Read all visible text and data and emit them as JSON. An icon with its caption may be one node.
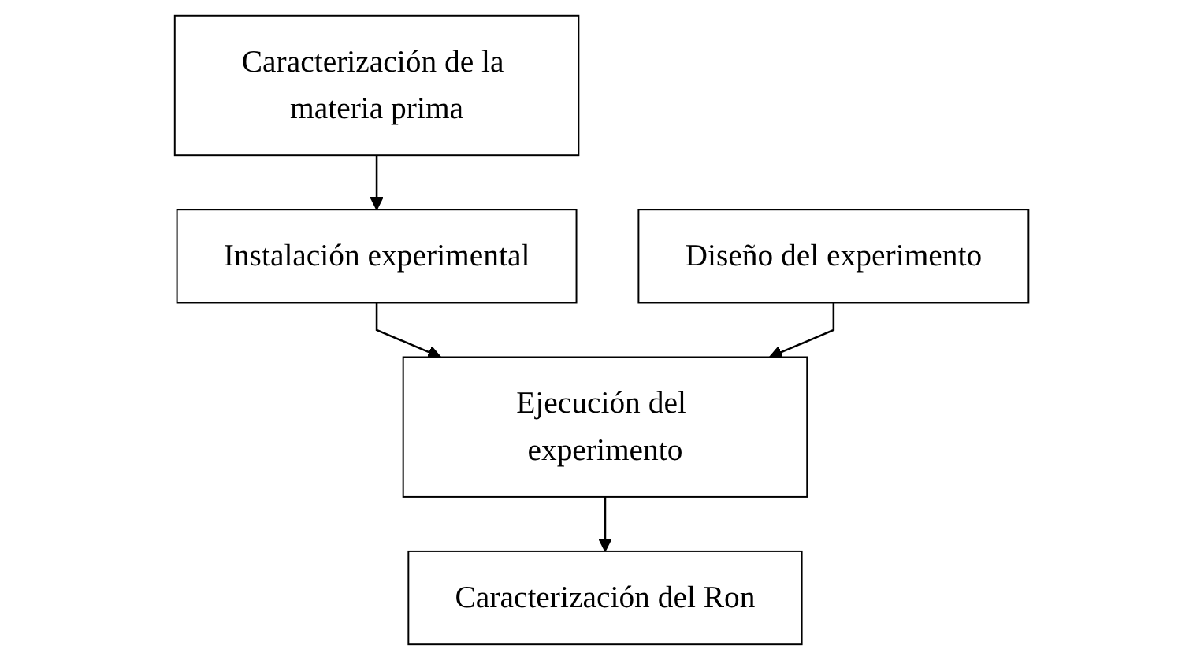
{
  "diagram": {
    "nodes": [
      {
        "text": [
          "Caracterización de la materia prima"
        ]
      },
      {
        "text": [
          "Instalación experimental"
        ]
      },
      {
        "text": [
          "Ejecución del experimento"
        ]
      },
      {
        "text": [
          "Diseño del experimento"
        ]
      },
      {
        "text": [
          "Caracterización del Ron"
        ]
      }
    ],
    "edges": [
      {
        "from": 0,
        "to": 1,
        "arrow": "to"
      },
      {
        "from": 1,
        "to": 2,
        "arrow": "to"
      },
      {
        "from": 3,
        "to": 2,
        "arrow": "to"
      },
      {
        "from": 2,
        "to": 4,
        "arrow": "to"
      }
    ]
  }
}
